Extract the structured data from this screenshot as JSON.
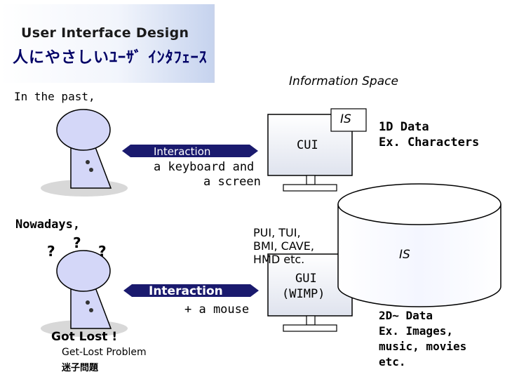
{
  "header": {
    "title_en": "User Interface Design",
    "title_jp": "人にやさしいﾕｰｻﾞ ｲﾝﾀﾌｪｰｽ"
  },
  "info_space": "Information Space",
  "past": {
    "label": "In the past,",
    "interaction_label": "Interaction",
    "device_line1": "a keyboard and",
    "device_line2": "a screen",
    "monitor_label": "CUI",
    "is_label": "IS",
    "data_line1": "1D Data",
    "data_line2": "Ex. Characters"
  },
  "now": {
    "label": "Nowadays,",
    "q1": "?",
    "q2": "?",
    "q3": "?",
    "other_line1": "PUI, TUI,",
    "other_line2": "BMI, CAVE,",
    "other_line3": "HMD etc.",
    "interaction_label": "Interaction",
    "device": "+ a mouse",
    "monitor_line1": "GUI",
    "monitor_line2": "(WIMP)",
    "is_label": "IS",
    "data_line1": "2D~ Data",
    "data_line2": "Ex. Images,",
    "data_line3": "music, movies",
    "data_line4": "etc.",
    "lost": "Got Lost !",
    "problem_en": "Get-Lost Problem",
    "problem_jp": "迷子問題"
  },
  "colors": {
    "person_fill": "#d4d7f8",
    "ground_fill": "#d8d8d8",
    "arrow_fill": "#1a1a6e",
    "title_jp": "#000066"
  }
}
